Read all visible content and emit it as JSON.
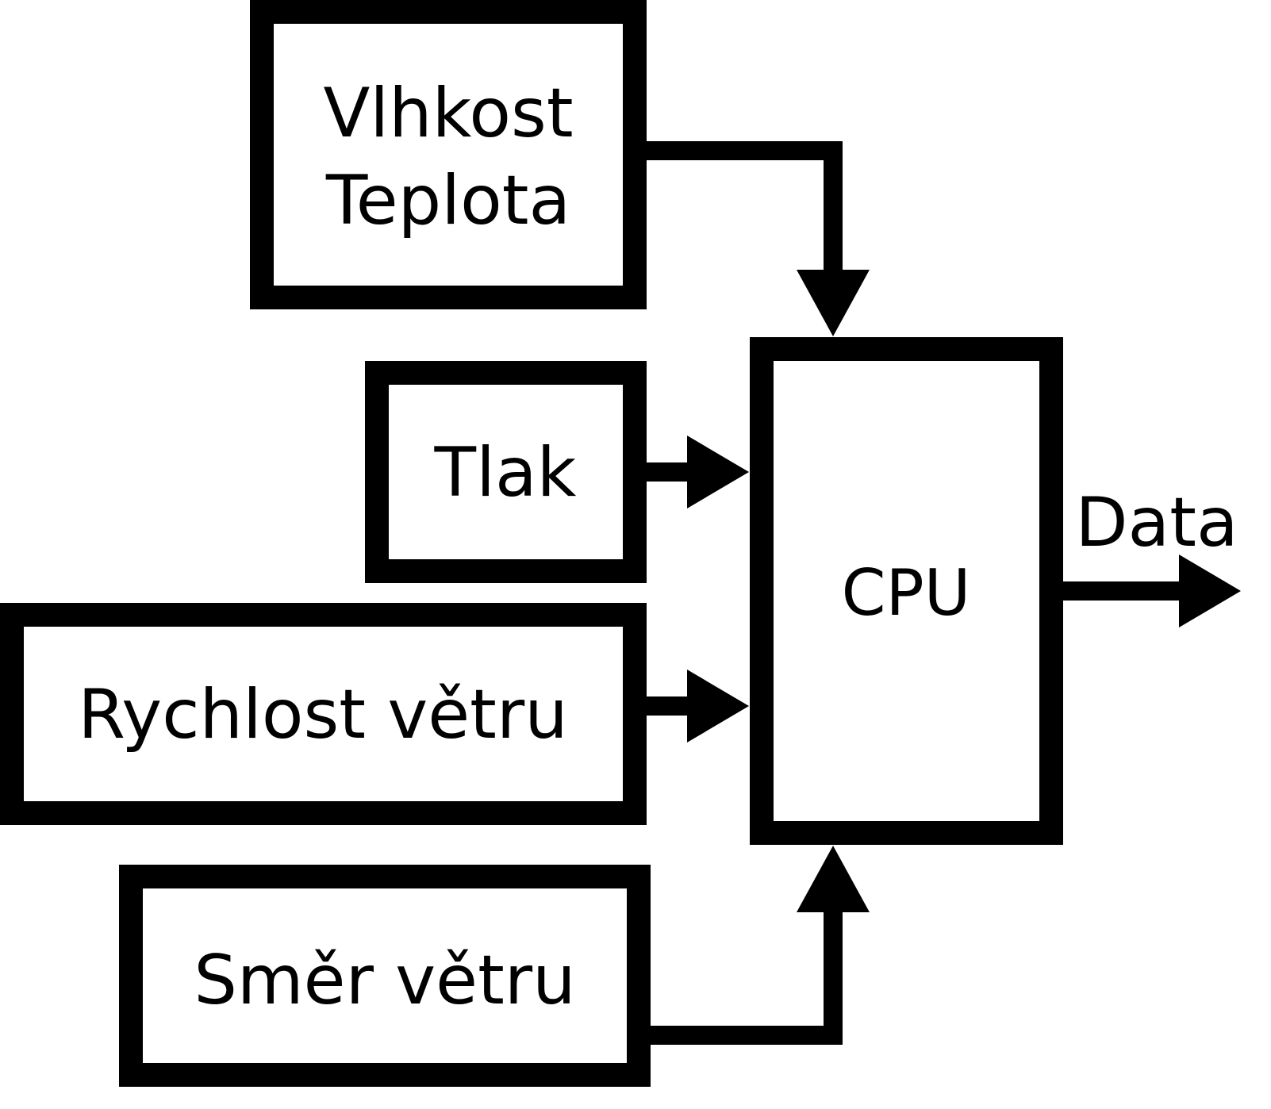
{
  "diagram": {
    "type": "block-diagram",
    "description": "Weather station sensor block diagram feeding a CPU with data output",
    "nodes": {
      "humidity_temperature": {
        "line1": "Vlhkost",
        "line2": "Teplota"
      },
      "pressure": {
        "label": "Tlak"
      },
      "wind_speed": {
        "label": "Rychlost větru"
      },
      "wind_direction": {
        "label": "Směr větru"
      },
      "cpu": {
        "label": "CPU"
      }
    },
    "output": {
      "label": "Data"
    },
    "edges": [
      {
        "from": "humidity_temperature",
        "to": "cpu"
      },
      {
        "from": "pressure",
        "to": "cpu"
      },
      {
        "from": "wind_speed",
        "to": "cpu"
      },
      {
        "from": "wind_direction",
        "to": "cpu"
      },
      {
        "from": "cpu",
        "to": "data_output"
      }
    ],
    "colors": {
      "stroke": "#000000",
      "fill": "#ffffff",
      "background": "#ffffff"
    }
  }
}
